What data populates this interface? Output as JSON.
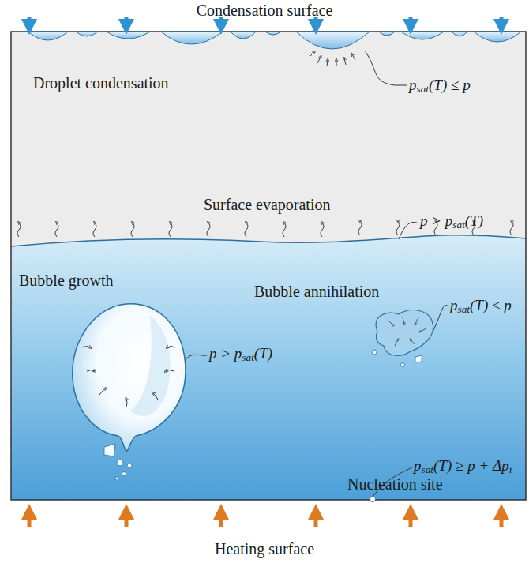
{
  "diagram": {
    "labels": [
      "Condensation surface",
      "Droplet condensation",
      "psat(T) ≤ p",
      "Surface evaporation",
      "p > psat(T)",
      "Bubble growth",
      "p > psat(T)",
      "Bubble annihilation",
      "psat(T) ≤ p",
      "Nucleation site",
      "psat(T) ≥ p + Δpi",
      "Heating surface"
    ]
  }
}
